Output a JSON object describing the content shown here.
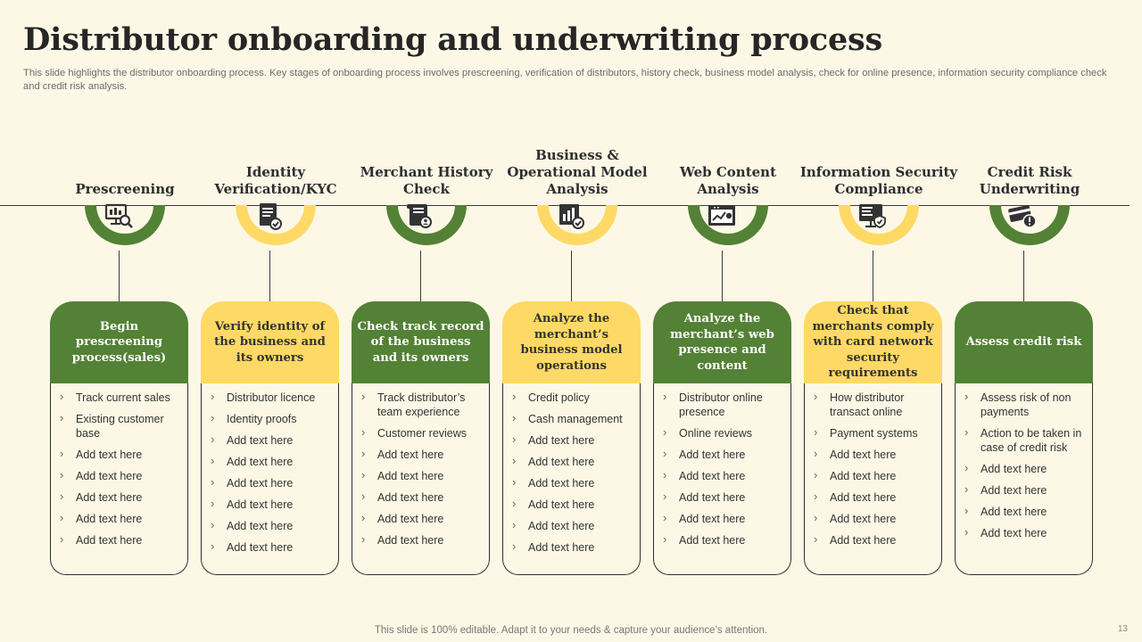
{
  "header": {
    "title": "Distributor onboarding and underwriting process",
    "subtitle": "This slide highlights the distributor onboarding process. Key stages of onboarding process involves prescreening, verification of distributors, history check, business model analysis, check for online presence, information security compliance check and credit risk analysis."
  },
  "colors": {
    "green": "#538135",
    "yellow": "#ffd966",
    "background": "#fdf8e6"
  },
  "stages": [
    {
      "title": "Prescreening",
      "icon": "monitor-magnifier-icon",
      "color": "green",
      "heading": "Begin prescreening process(sales)",
      "items": [
        "Track current sales",
        "Existing customer base",
        "Add text here",
        "Add text here",
        "Add text here",
        "Add text here",
        "Add text here"
      ]
    },
    {
      "title": "Identity Verification/KYC",
      "icon": "document-check-icon",
      "color": "yellow",
      "heading": "Verify identity of the business and its owners",
      "items": [
        "Distributor licence",
        "Identity proofs",
        "Add text here",
        "Add text here",
        "Add text here",
        "Add text here",
        "Add text here",
        "Add text here"
      ]
    },
    {
      "title": "Merchant History Check",
      "icon": "scroll-user-icon",
      "color": "green",
      "heading": "Check track record of the business and its owners",
      "items": [
        "Track distributor’s team experience",
        "Customer reviews",
        "Add text here",
        "Add text here",
        "Add text here",
        "Add text here",
        "Add text here"
      ]
    },
    {
      "title": "Business & Operational Model Analysis",
      "icon": "chart-check-icon",
      "color": "yellow",
      "heading": "Analyze the merchant’s business model operations",
      "items": [
        "Credit policy",
        "Cash management",
        "Add text here",
        "Add text here",
        "Add text here",
        "Add text here",
        "Add text here",
        "Add text here"
      ]
    },
    {
      "title": "Web Content Analysis",
      "icon": "web-analytics-icon",
      "color": "green",
      "heading": "Analyze the merchant’s web presence and content",
      "items": [
        "Distributor online presence",
        "Online reviews",
        "Add text here",
        "Add text here",
        "Add text here",
        "Add text here",
        "Add text here"
      ]
    },
    {
      "title": "Information Security Compliance",
      "icon": "monitor-shield-icon",
      "color": "yellow",
      "heading": "Check that merchants comply with card network security requirements",
      "items": [
        "How distributor transact online",
        "Payment systems",
        "Add text here",
        "Add text here",
        "Add text here",
        "Add text here",
        "Add text here"
      ]
    },
    {
      "title": "Credit Risk Underwriting",
      "icon": "credit-card-warning-icon",
      "color": "green",
      "heading": "Assess credit risk",
      "items": [
        "Assess risk of non payments",
        "Action to be taken in case of credit risk",
        "Add text here",
        "Add text here",
        "Add text here",
        "Add text here"
      ]
    }
  ],
  "footer": {
    "text": "This slide is 100% editable. Adapt it to your needs & capture your audience’s attention.",
    "page_number": "13"
  }
}
